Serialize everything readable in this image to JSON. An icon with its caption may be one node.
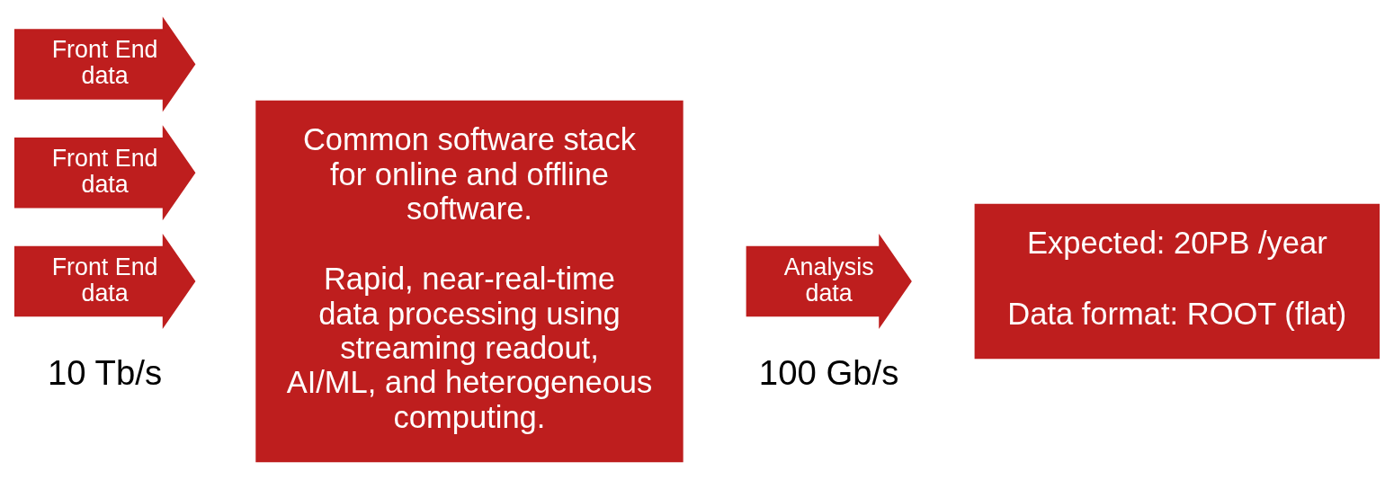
{
  "diagram": {
    "nodes": [
      {
        "text": [
          "Front End data"
        ]
      },
      {
        "text": [
          "Front End data"
        ]
      },
      {
        "text": [
          "Front End data"
        ]
      },
      {
        "text": [
          "Common software stack for online and offline software.",
          "Rapid, near-real-time data processing using streaming readout, AI/ML, and heterogeneous computing."
        ]
      },
      {
        "text": [
          "Analysis data"
        ]
      },
      {
        "text": [
          "Expected: 20PB /year",
          "Data format: ROOT (flat)"
        ]
      }
    ],
    "edges": [],
    "labels": [
      "10 Tb/s",
      "100 Gb/s"
    ]
  }
}
